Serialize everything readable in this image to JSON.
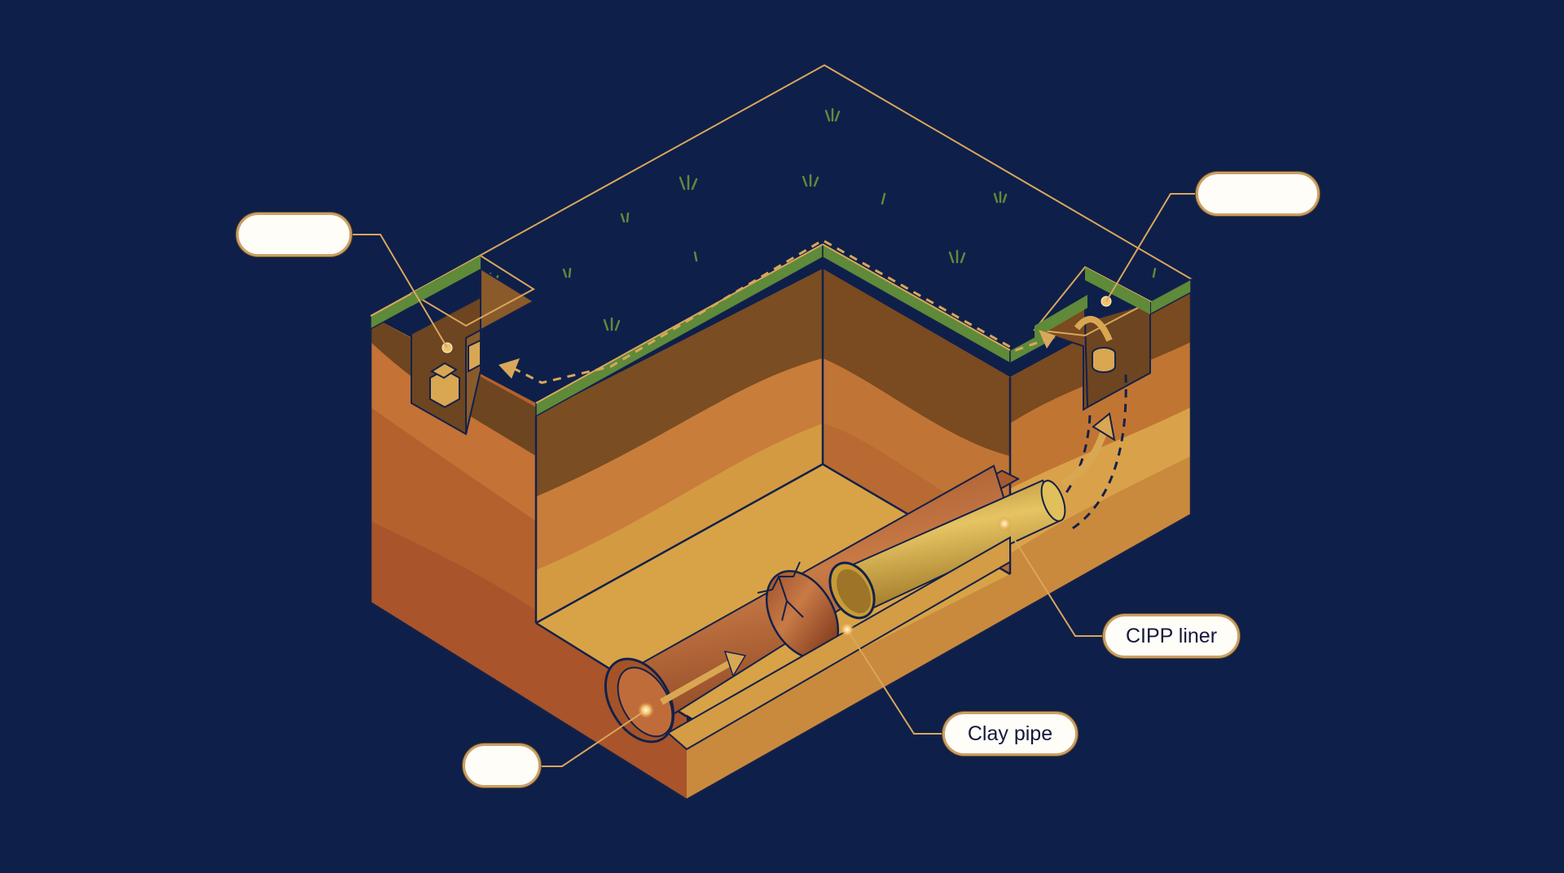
{
  "diagram": {
    "type": "isometric-cutaway",
    "subject": "Trenchless pipe rehabilitation: CIPP liner installed inside clay pipe between two access pits",
    "colors": {
      "background": "#0e1f4a",
      "outline": "#13214a",
      "accent_line": "#d9a75a",
      "grass_band": "#5e8a3a",
      "topsoil": "#6d4520",
      "soil_mid": "#b96a33",
      "soil_light": "#d79e45",
      "trench_floor": "#d8a347",
      "clay_pipe": "#b8693a",
      "cipp_liner": "#d7b04c",
      "label_fill": "#fffdf8",
      "label_border": "#caa066",
      "label_text": "#14193a"
    }
  },
  "labels": [
    {
      "id": "left-pit",
      "text": ""
    },
    {
      "id": "right-pit",
      "text": ""
    },
    {
      "id": "cipp-liner",
      "text": "CIPP liner"
    },
    {
      "id": "clay-pipe",
      "text": "Clay pipe"
    },
    {
      "id": "pipe-interior",
      "text": ""
    }
  ],
  "annotations": {
    "surface_path": "dashed route across surface from right pit to left pit",
    "underground_path": "dashed curved arrow from liner end up to right pit",
    "pipe_arrow": "arrow inside clay pipe indicating liner insertion direction"
  }
}
